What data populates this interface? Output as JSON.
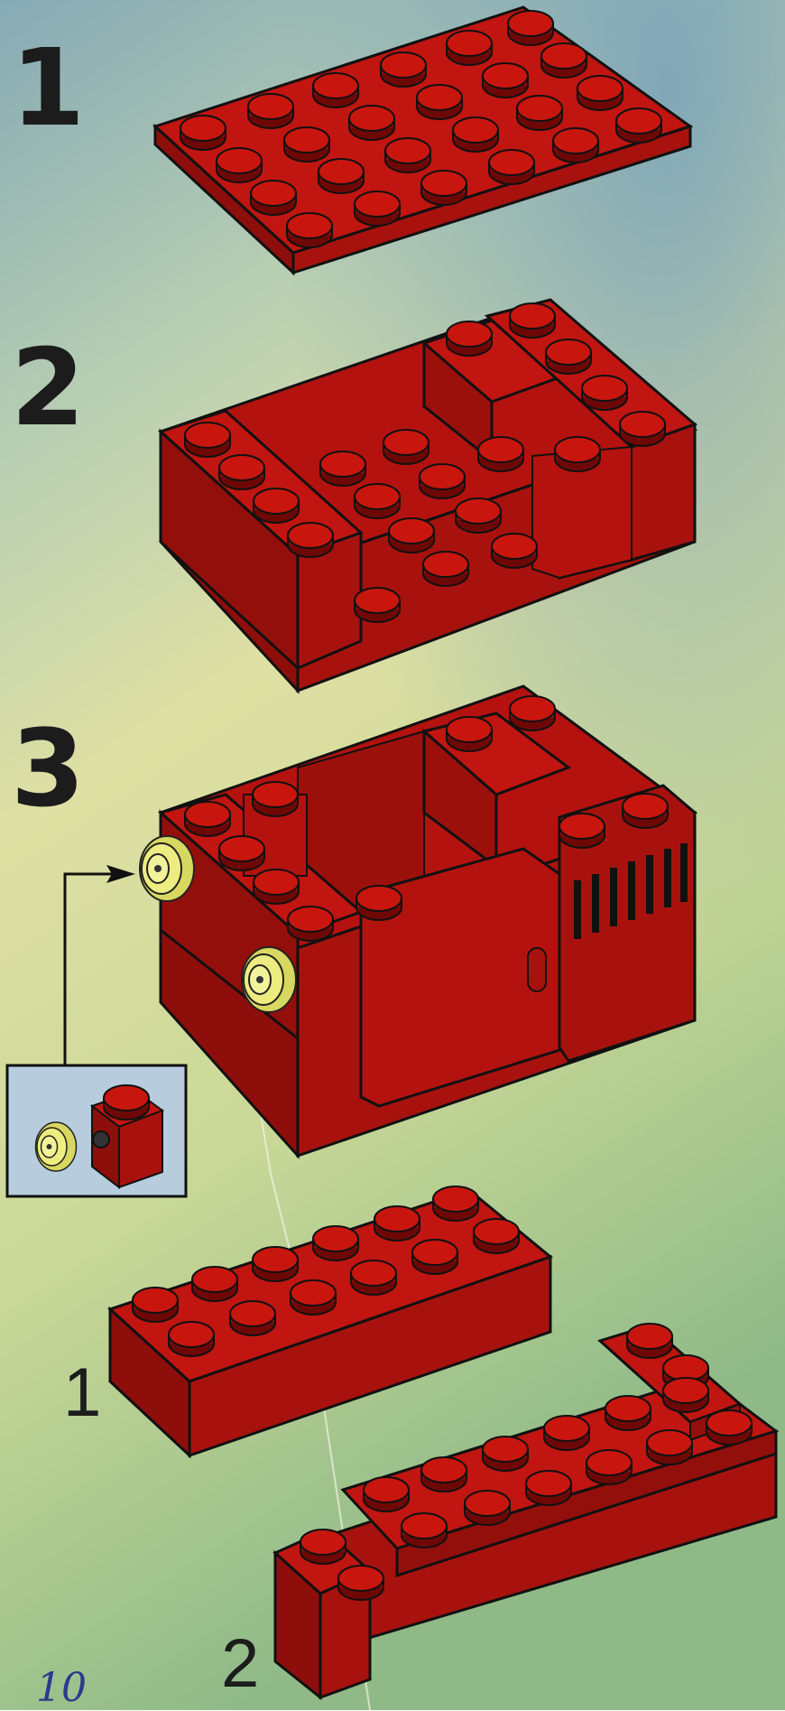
{
  "steps": [
    {
      "number": "1"
    },
    {
      "number": "2"
    },
    {
      "number": "3"
    }
  ],
  "substeps": [
    {
      "number": "1"
    },
    {
      "number": "2"
    }
  ],
  "page_number": "10",
  "colors": {
    "brick_red": "#b5120f",
    "brick_dark": "#7a0a08",
    "stud_top": "#c8160f",
    "wheel_yellow": "#e6e66a",
    "inset_bg": "#b7cddd",
    "background_blue": "#7fa6b5",
    "background_yellow": "#dfe19c",
    "background_green": "#9ac08c"
  },
  "icons": [
    "arrow-icon",
    "wheel-icon"
  ]
}
